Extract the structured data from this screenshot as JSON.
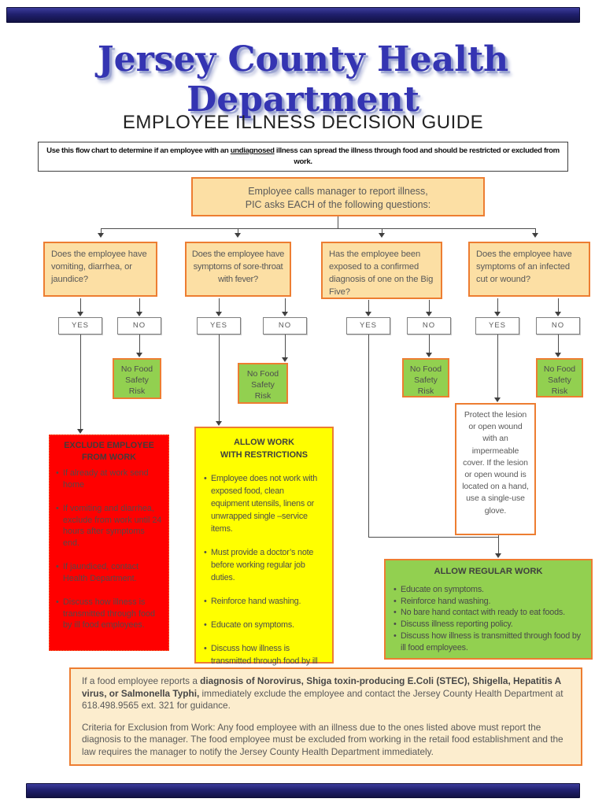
{
  "page": {
    "title": "Jersey County Health Department",
    "subtitle": "EMPLOYEE ILLNESS DECISION GUIDE",
    "intro": {
      "pre": "Use this flow chart to determine if an employee with an ",
      "underlined": "undiagnosed",
      "post": " illness can spread the illness through food and should be restricted or excluded from work."
    }
  },
  "flow": {
    "start": {
      "line1": "Employee calls manager to report illness,",
      "line2": "PIC asks EACH of the following questions:"
    },
    "questions": [
      "Does the employee have vomiting, diarrhea, or jaundice?",
      "Does the employee have symptoms of sore-throat with fever?",
      "Has the employee been exposed to a confirmed diagnosis of one on the Big Five?",
      "Does the employee have symptoms of an infected cut or wound?"
    ],
    "yes_label": "YES",
    "no_label": "NO",
    "no_risk_label": "No Food\nSafety\nRisk",
    "exclude": {
      "title": "EXCLUDE EMPLOYEE FROM WORK",
      "bullets": [
        "If already at work send home",
        "If vomiting and diarrhea, exclude from work until 24 hours after symptoms end.",
        "If jaundiced, contact Health Department.",
        "Discuss how illness is transmitted through food by ill food employees."
      ]
    },
    "restrict": {
      "title": "ALLOW WORK\nWITH RESTRICTIONS",
      "bullets": [
        "Employee does not work with exposed food, clean equipment utensils, linens or unwrapped single –service items.",
        "Must provide a doctor’s note before working regular job duties.",
        "Reinforce hand washing.",
        "Educate on symptoms.",
        "Discuss how illness is transmitted through food by ill food employees."
      ]
    },
    "protect": {
      "text": "Protect the lesion or open wound with an impermeable cover.  If the lesion or open wound is located on a hand, use a single-use glove."
    },
    "regular": {
      "title": "ALLOW REGULAR WORK",
      "bullets": [
        "Educate on symptoms.",
        "Reinforce hand washing.",
        "No bare hand contact with ready to eat foods.",
        "Discuss illness reporting policy.",
        "Discuss how illness is transmitted through food by ill food employees."
      ]
    }
  },
  "footer": {
    "p1_pre": "If a food employee reports a ",
    "p1_bold": "diagnosis of Norovirus, Shiga toxin-producing E.Coli (STEC), Shigella, Hepatitis A virus, or Salmonella Typhi,",
    "p1_post": " immediately exclude the employee and contact the Jersey County Health Department at 618.498.9565 ext. 321 for guidance.",
    "p2": "Criteria for Exclusion from Work: Any food employee with an illness due to the ones listed above must report the diagnosis to the manager. The food employee must be excluded from working in the retail food establishment and the law requires the manager to notify the Jersey County Health Department immediately."
  },
  "colors": {
    "title_blue": "#3434B2",
    "orange": "#ED7D31",
    "cream": "#FCDFA4",
    "footer_cream": "#FCEDCE",
    "green": "#92D050",
    "red": "#FF0000",
    "yellow": "#FFFF00",
    "navy": "#20206E",
    "gray": "#595959"
  }
}
